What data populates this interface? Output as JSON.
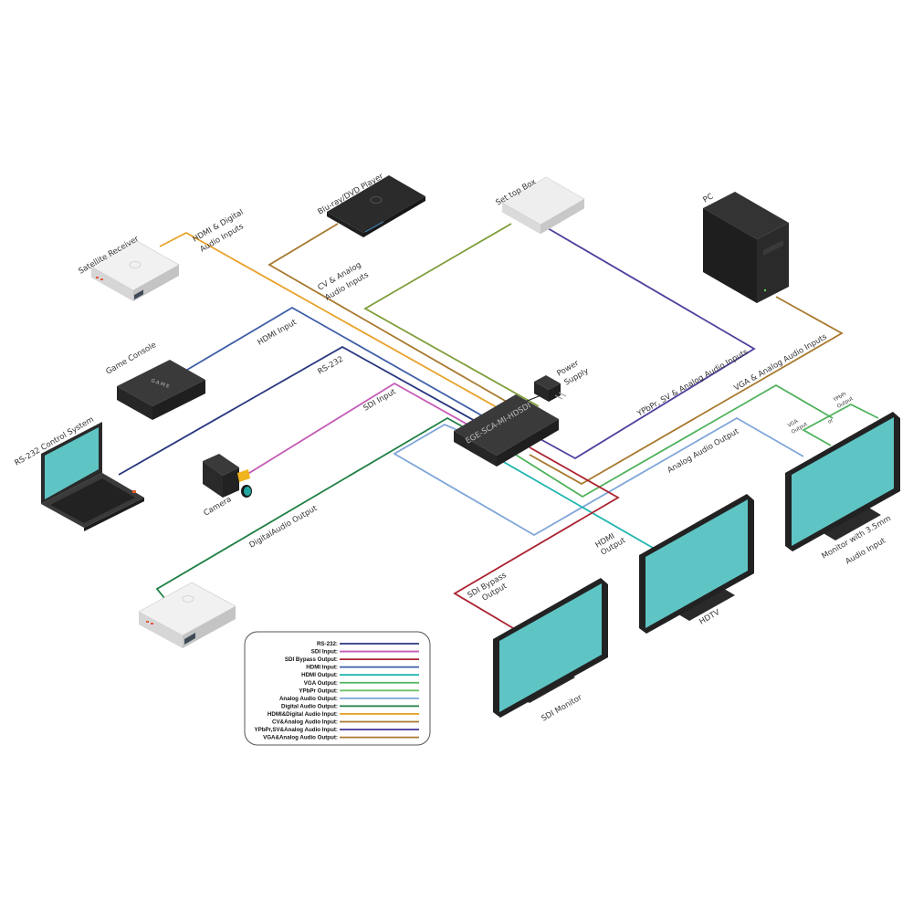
{
  "diagram": {
    "device_model": "EGE-SCA-MI-HDSDI",
    "devices": {
      "satellite_receiver": "Satellite Receiver",
      "bluray_player": "Blu-ray/DVD Player",
      "set_top_box": "Set top Box",
      "pc": "PC",
      "game_console": "Game Console",
      "game_console_logo": "GAME",
      "rs232_control": "RS-232 Control System",
      "camera": "Camera",
      "power_supply_line1": "Power",
      "power_supply_line2": "Supply",
      "sdi_monitor": "SDI Monitor",
      "hdtv": "HDTV",
      "monitor_audio_line1": "Monitor with 3.5mm",
      "monitor_audio_line2": "Audio Input"
    },
    "cable_labels": {
      "hdmi_digital_l1": "HDMI & Digital",
      "hdmi_digital_l2": "Audio Inputs",
      "cv_analog_l1": "CV & Analog",
      "cv_analog_l2": "Audio Inputs",
      "hdmi_input": "HDMI Input",
      "rs232": "RS-232",
      "sdi_input": "SDI Input",
      "digital_audio_output": "DigitalAudio Output",
      "ypbpr_sv": "YPbPr, SV & Analog Audio Inputs",
      "vga_analog": "VGA & Analog Audio Inputs",
      "analog_audio_output": "Analog Audio Output",
      "vga_output_l1": "VGA",
      "vga_output_l2": "Output",
      "ypbpr_output_l1": "YPbPr",
      "ypbpr_output_l2": "Output",
      "or": "or",
      "hdmi_output_l1": "HDMI",
      "hdmi_output_l2": "Output",
      "sdi_bypass_l1": "SDI Bypass",
      "sdi_bypass_l2": "Output"
    }
  },
  "legend": {
    "items": [
      {
        "label": "RS-232:",
        "color": "#27367f"
      },
      {
        "label": "SDI Input:",
        "color": "#c55bb6"
      },
      {
        "label": "SDI Bypass Output:",
        "color": "#ab2230"
      },
      {
        "label": "HDMI Input:",
        "color": "#3d5ea8"
      },
      {
        "label": "HDMI Output:",
        "color": "#20b5ae"
      },
      {
        "label": "VGA Output:",
        "color": "#4fb25c"
      },
      {
        "label": "YPbPr Output:",
        "color": "#6cc36f"
      },
      {
        "label": "Analog Audio Output:",
        "color": "#7fa6d9"
      },
      {
        "label": "Digital Audio Output:",
        "color": "#1e7f43"
      },
      {
        "label": "HDMI&Digital Audio Input:",
        "color": "#e8a22a"
      },
      {
        "label": "CV&Analog Audio Input:",
        "color": "#a8792e"
      },
      {
        "label": "YPbPr,SV&Analog Audio Input:",
        "color": "#4f3f9e"
      },
      {
        "label": "VGA&Analog Audio Output:",
        "color": "#a8792e"
      }
    ]
  },
  "colors": {
    "screen": "#5fc4c4",
    "device_dark": "#2b2b2b",
    "device_light": "#e6e6e6",
    "cable_hdmi_digital": "#e8a22a",
    "cable_cv": "#a8792e",
    "cable_settop": "#7f9e3a",
    "cable_ypbpr_in": "#4f3f9e",
    "cable_vga_in": "#a8792e",
    "cable_hdmi_in": "#3d5ea8",
    "cable_rs232": "#27367f",
    "cable_sdi_in": "#c55bb6",
    "cable_digital_audio": "#1e7f43",
    "cable_analog_audio": "#7fa6d9",
    "cable_vga_out": "#4fb25c",
    "cable_ypbpr_out": "#6cc36f",
    "cable_hdmi_out": "#20b5ae",
    "cable_sdi_bypass": "#ab2230"
  }
}
